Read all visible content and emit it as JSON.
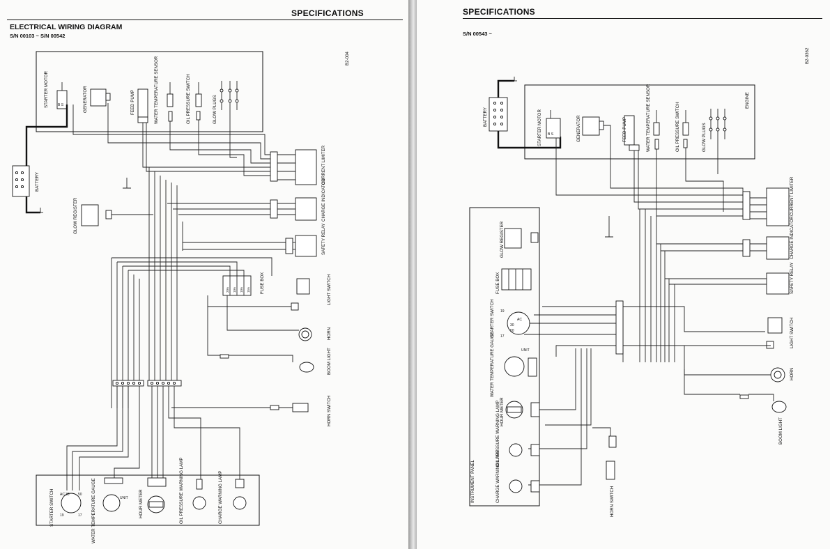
{
  "left_page": {
    "header": "SPECIFICATIONS",
    "title": "ELECTRICAL  WIRING  DIAGRAM",
    "serial": "S/N 00103 ~ S/N 00542",
    "figure_code": "B2-004",
    "labels": {
      "starter_motor": "STARTER MOTOR",
      "bs": "B  S",
      "generator": "GENERATOR",
      "feed_pump": "FEED PUMP",
      "water_temp_sensor": "WATER TEMPERATURE SENSOR",
      "oil_pressure_switch": "OIL PRESSURE SWITCH",
      "glow_plugs": "GLOW PLUGS",
      "battery": "BATTERY",
      "current_limiter": "CURRENT LIMITER",
      "glow_register": "GLOW REGISTER",
      "charge_indicator": "CHARGE INDICATOR",
      "safety_relay": "SAFETY RELAY",
      "fuse_box": "FUSE BOX",
      "fuse_ratings": [
        "20A",
        "10A",
        "10A",
        "15A"
      ],
      "light_switch": "LIGHT SWITCH",
      "horn": "HORN",
      "boom_light": "BOOM LIGHT",
      "horn_switch": "HORN SWITCH",
      "starter_switch": "STARTER SWITCH",
      "switch_terminals": [
        "AC",
        "30",
        "50",
        "19",
        "17"
      ],
      "water_temp_gauge": "WATER TEMPERATURE GAUGE",
      "unit": "UNIT",
      "hour_meter": "HOUR METER",
      "oil_pressure_lamp": "OIL PRESSURE WARNING LAMP",
      "charge_lamp": "CHARGE WARNING LAMP"
    }
  },
  "right_page": {
    "header": "SPECIFICATIONS",
    "serial": "S/N 00543 ~",
    "figure_code": "B2-0362",
    "labels": {
      "battery": "BATTERY",
      "starter_motor": "STARTER MOTOR",
      "bs": "B  S",
      "generator": "GENERATOR",
      "feed_pump": "FEED PUMP",
      "water_temp_sensor": "WATER TEMPERATURE SENSOR",
      "oil_pressure_switch": "OIL PRESSURE SWITCH",
      "glow_plugs": "GLOW PLUGS",
      "engine": "ENGINE",
      "current_limiter": "CURRENT LIMITER",
      "charge_indicator": "CHARGE INDICATOR",
      "safety_relay": "SAFETY RELAY",
      "light_switch": "LIGHT SWITCH",
      "horn": "HORN",
      "boom_light": "BOOM LIGHT",
      "horn_switch": "HORN SWITCH",
      "instrument_panel": "INSTRUMENT PANEL",
      "glow_register": "GLOW REGISTER",
      "fuse_box": "FUSE BOX",
      "starter_switch": "STARTER SWITCH",
      "switch_terminals": [
        "AC",
        "30",
        "50",
        "19",
        "17"
      ],
      "water_temp_gauge": "WATER TEMPERATURE GAUGE",
      "unit": "UNIT",
      "hour_meter": "HOUR METER",
      "oil_pressure_lamp": "OIL PRESSURE WARNING LAMP",
      "charge_lamp": "CHARGE WARNING LAMP"
    }
  }
}
